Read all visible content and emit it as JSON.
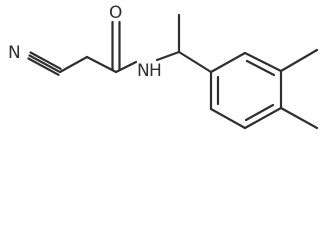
{
  "molecule": {
    "atoms": {
      "n_nitrile": "N",
      "o_carbonyl": "O",
      "n_amide": "N",
      "h_amide": "H"
    }
  }
}
